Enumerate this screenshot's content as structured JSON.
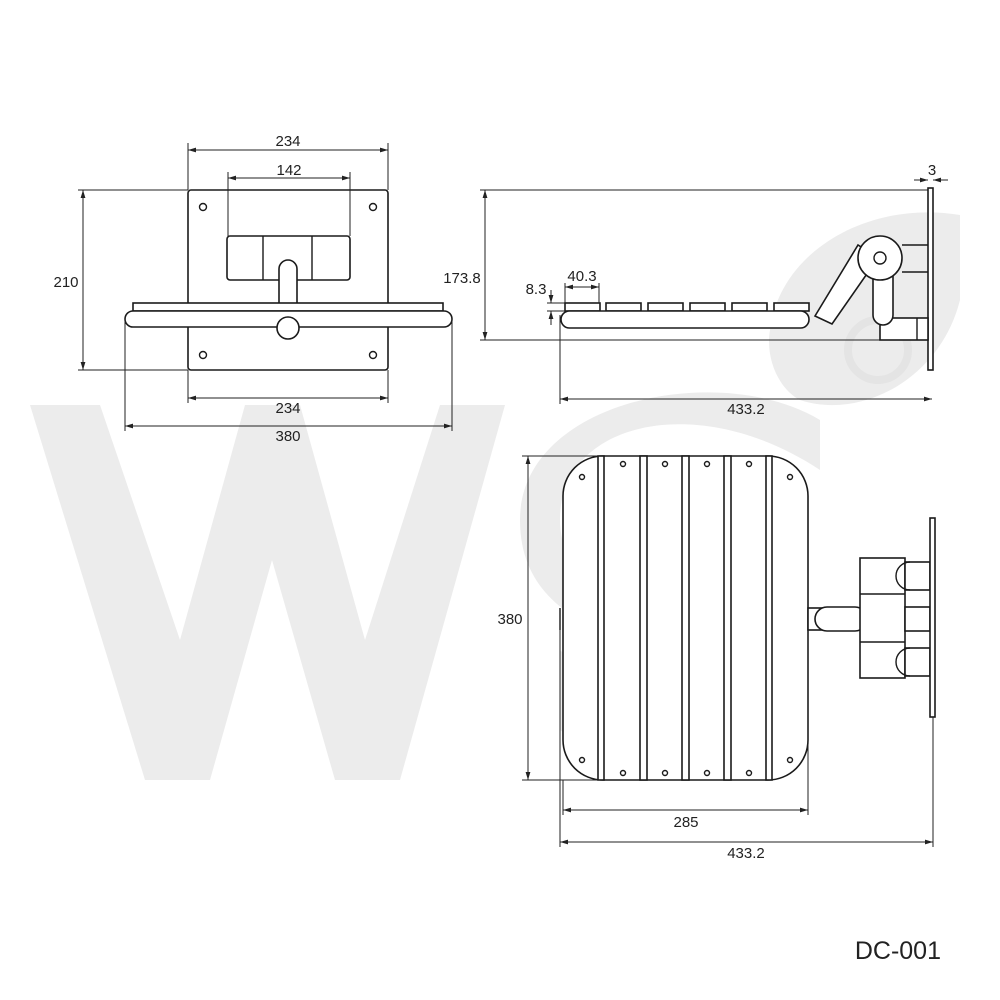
{
  "watermark": {
    "text": "WS",
    "registered_mark": "®"
  },
  "front_view": {
    "dim_plate_width_top": "234",
    "dim_hinge_width": "142",
    "dim_height": "210",
    "dim_plate_width_bottom": "234",
    "dim_bar_width": "380"
  },
  "side_view": {
    "dim_height": "173.8",
    "dim_plate_thickness": "3",
    "dim_slat_thickness": "8.3",
    "dim_slat_width": "40.3",
    "dim_depth": "433.2"
  },
  "top_view": {
    "dim_seat_width": "380",
    "dim_seat_depth": "285",
    "dim_total_depth": "433.2"
  },
  "model_code": "DC-001"
}
